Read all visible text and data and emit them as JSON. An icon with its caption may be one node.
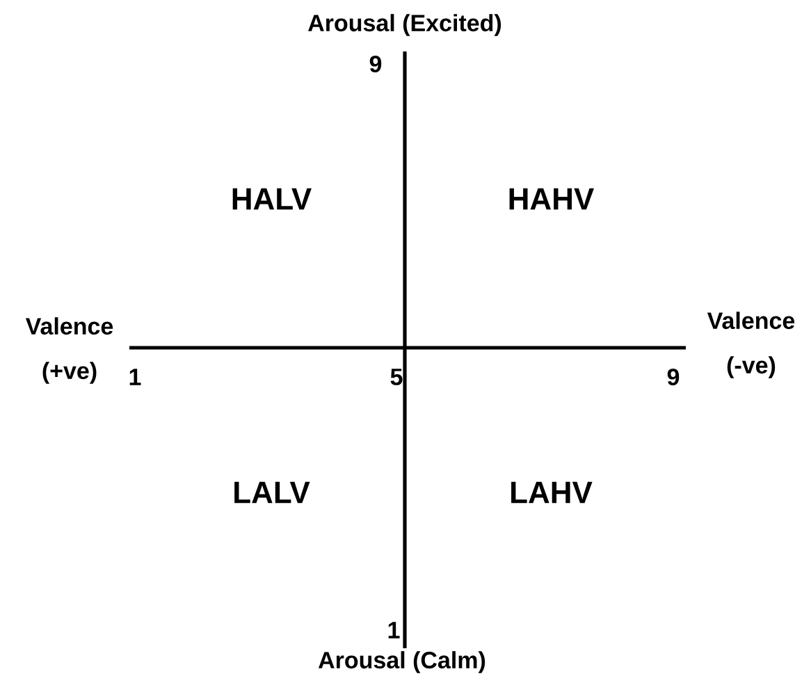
{
  "diagram": {
    "labels": [
      "Arousal (Excited)",
      "9",
      "HALV",
      "HAHV",
      "Valence (+ve)",
      "Valence (-ve)",
      "1",
      "5",
      "9",
      "LALV",
      "LAHV",
      "1",
      "Arousal (Calm)"
    ]
  }
}
